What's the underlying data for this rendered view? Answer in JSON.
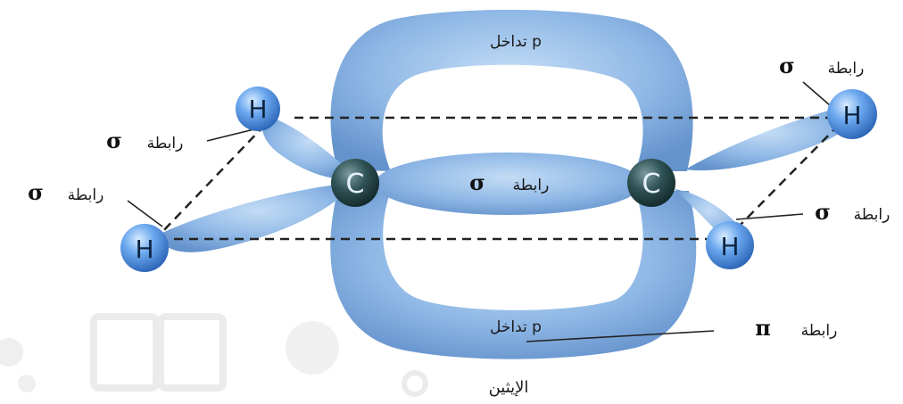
{
  "labels": {
    "sigma_word": "رابطة",
    "sigma_symbol": "σ",
    "pi_word": "رابطة",
    "pi_symbol": "π",
    "p_overlap_top": "تداخل p",
    "p_overlap_bottom": "تداخل p",
    "atom_h": "H",
    "atom_c": "C"
  },
  "caption": "الإيثين",
  "colors": {
    "orbital": "#8fb8e6",
    "orbital_dark": "#6a97cf",
    "h_atom": "#4f8fdc",
    "c_atom": "#2a4a4c",
    "dash": "#222222"
  }
}
